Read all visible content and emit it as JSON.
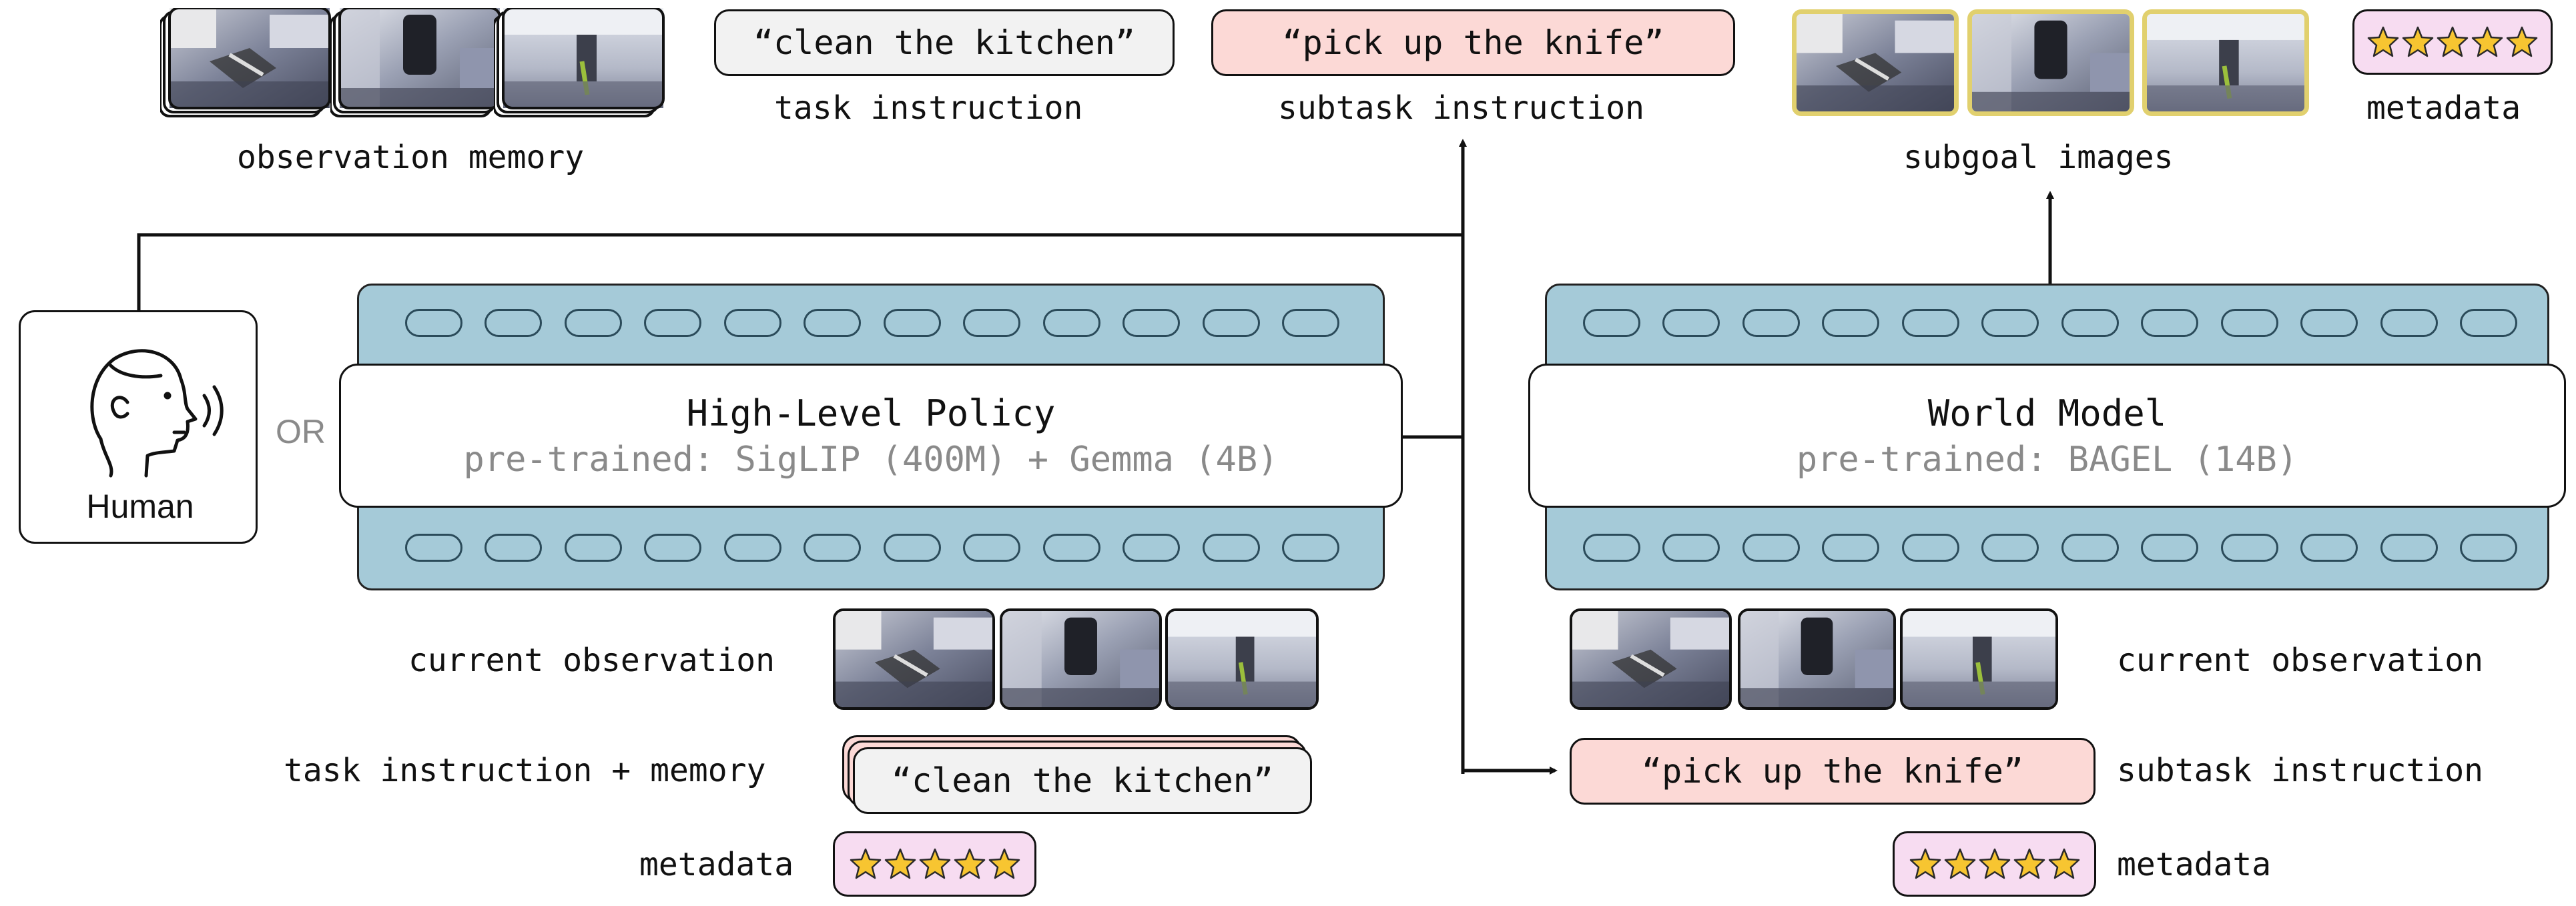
{
  "top": {
    "observation_memory_label": "observation memory",
    "task_instruction_text": "“clean the kitchen”",
    "task_instruction_label": "task instruction",
    "subtask_instruction_text": "“pick up the knife”",
    "subtask_instruction_label": "subtask instruction",
    "subgoal_images_label": "subgoal images",
    "metadata_label": "metadata"
  },
  "human": {
    "label": "Human",
    "or_label": "OR"
  },
  "high_level_policy": {
    "title": "High-Level Policy",
    "subtitle": "pre-trained: SigLIP (400M) + Gemma (4B)",
    "current_observation_label": "current observation",
    "task_memory_label": "task instruction + memory",
    "task_memory_text": "“clean the kitchen”",
    "metadata_label": "metadata"
  },
  "world_model": {
    "title": "World Model",
    "subtitle": "pre-trained: BAGEL (14B)",
    "current_observation_label": "current observation",
    "subtask_text": "“pick up the knife”",
    "subtask_label": "subtask instruction",
    "metadata_label": "metadata"
  },
  "colors": {
    "panel": "#a5cad8",
    "pink": "#fcd9d6",
    "gray": "#f2f2f2",
    "metadata": "#f7dcf1",
    "subgoal_border": "#e1d06e",
    "star": "#f7c531"
  },
  "icons": [
    "human-speaking-icon",
    "star-icon",
    "robot-camera-image"
  ]
}
